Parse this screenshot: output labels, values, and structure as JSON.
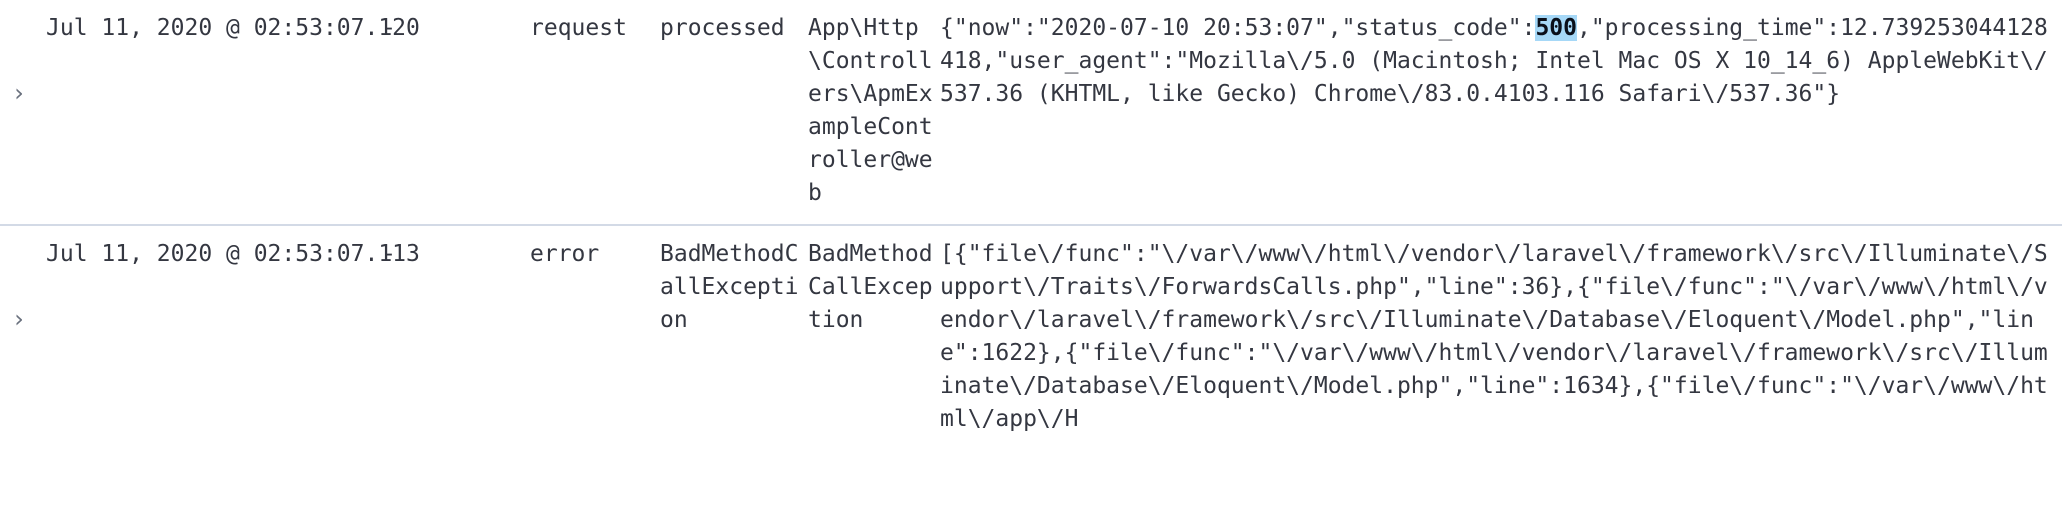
{
  "table": {
    "rows": [
      {
        "toggle_icon": "chevron-right-icon",
        "toggle_glyph": "›",
        "time": "Jul 11, 2020 @ 02:53:07.120",
        "dash": "-",
        "type": "request",
        "name": "processed",
        "source": "App\\Http\\Controllers\\ApmExampleController@web",
        "content_before": "{\"now\":\"2020-07-10 20:53:07\",\"status_code\":",
        "content_highlight": "500",
        "content_after": ",\"processing_time\":12.739253044128418,\"user_agent\":\"Mozilla\\/5.0 (Macintosh; Intel Mac OS X 10_14_6) AppleWebKit\\/537.36 (KHTML, like Gecko) Chrome\\/83.0.4103.116 Safari\\/537.36\"}"
      },
      {
        "toggle_icon": "chevron-right-icon",
        "toggle_glyph": "›",
        "time": "Jul 11, 2020 @ 02:53:07.113",
        "dash": "-",
        "type": "error",
        "name": "BadMethodCallException",
        "source": "BadMethodCallException",
        "content_before": "[{\"file\\/func\":\"\\/var\\/www\\/html\\/vendor\\/laravel\\/framework\\/src\\/Illuminate\\/Support\\/Traits\\/ForwardsCalls.php\",\"line\":36},{\"file\\/func\":\"\\/var\\/www\\/html\\/vendor\\/laravel\\/framework\\/src\\/Illuminate\\/Database\\/Eloquent\\/Model.php\",\"line\":1622},{\"file\\/func\":\"\\/var\\/www\\/html\\/vendor\\/laravel\\/framework\\/src\\/Illuminate\\/Database\\/Eloquent\\/Model.php\",\"line\":1634},{\"file\\/func\":\"\\/var\\/www\\/html\\/app\\/H",
        "content_highlight": "",
        "content_after": ""
      }
    ]
  },
  "colors": {
    "text": "#343741",
    "row_divider": "#d3dae6",
    "highlight_background": "#a6d8f7",
    "caret": "#69707d",
    "background": "#ffffff"
  }
}
